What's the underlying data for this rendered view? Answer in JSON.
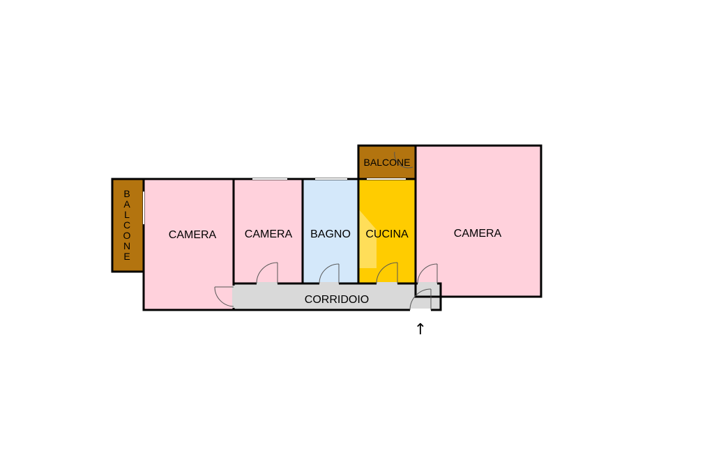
{
  "rooms": {
    "camera_left": "CAMERA",
    "camera_mid": "CAMERA",
    "bagno": "BAGNO",
    "cucina": "CUCINA",
    "camera_right": "CAMERA",
    "corridoio": "CORRIDOIO",
    "balcone_left": "BALCONE",
    "balcone_top": "BALCONE"
  },
  "entrance_arrow": "↑",
  "colors": {
    "camera": "#FFD1DC",
    "bagno": "#D4E8FA",
    "cucina": "#FFCC00",
    "corridoio": "#D9D9D9",
    "balcone": "#B3740F",
    "wall": "#000000"
  }
}
